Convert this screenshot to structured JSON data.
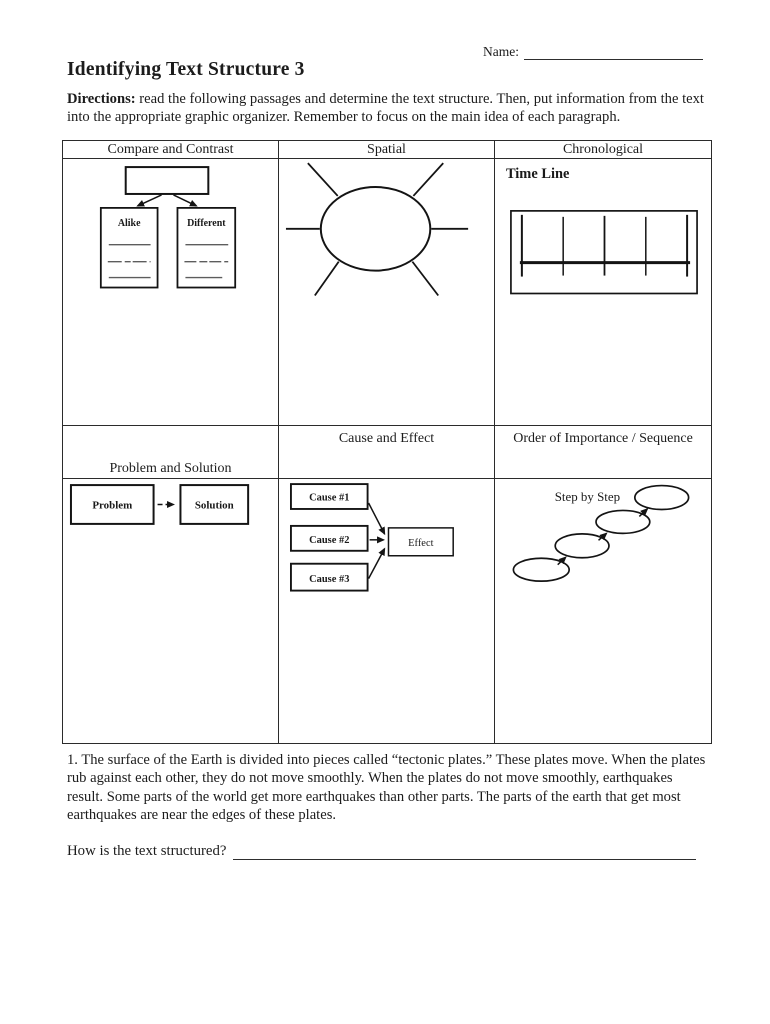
{
  "header": {
    "name_label": "Name:",
    "title": "Identifying Text Structure 3",
    "directions_label": "Directions:",
    "directions_text": " read the following passages and determine the text structure. Then, put information from the text into the appropriate graphic organizer.  Remember to focus on the main idea of each paragraph."
  },
  "table": {
    "row1_headers": [
      "Compare and Contrast",
      "Spatial",
      "Chronological"
    ],
    "row2_headers": [
      "Problem and Solution",
      "Cause and Effect",
      "Order of Importance / Sequence"
    ],
    "compare_contrast": {
      "left_box_label": "Alike",
      "right_box_label": "Different"
    },
    "chronological": {
      "label": "Time Line"
    },
    "problem_solution": {
      "left_box_label": "Problem",
      "right_box_label": "Solution"
    },
    "cause_effect": {
      "causes": [
        "Cause #1",
        "Cause #2",
        "Cause #3"
      ],
      "effect_label": "Effect"
    },
    "sequence": {
      "label": "Step by Step"
    }
  },
  "passage": {
    "text": "1. The surface of the Earth is divided into pieces called “tectonic plates.”  These plates move. When the plates rub against each other, they do not move smoothly. When the plates do not move smoothly, earthquakes result.  Some parts of the world get more earthquakes than other parts. The parts of the earth that get most earthquakes are near the edges of these plates."
  },
  "question": {
    "label": "How is the text structured?"
  },
  "colors": {
    "ink": "#1c1c1c",
    "border": "#2b2b2b",
    "rule_gray": "#6a6a6a"
  }
}
